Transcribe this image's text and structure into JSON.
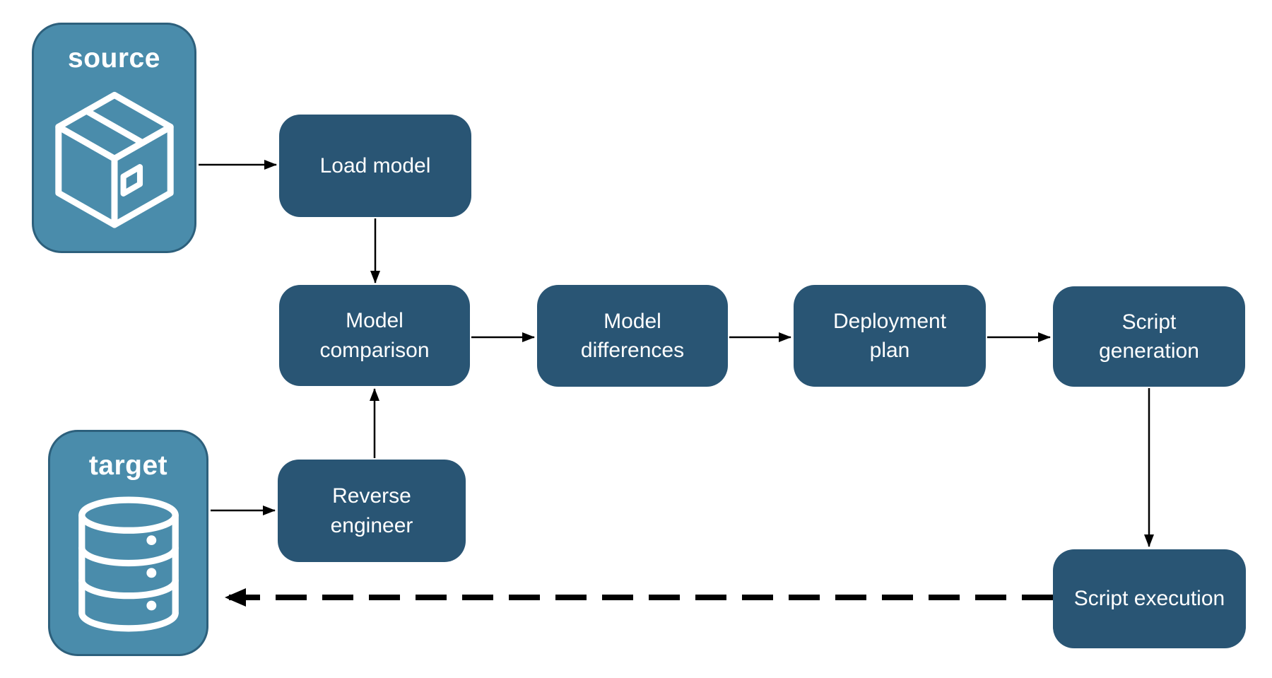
{
  "diagram": {
    "background": "#ffffff",
    "colors": {
      "process_node_fill": "#295574",
      "process_node_text": "#ffffff",
      "endpoint_fill": "#4a8cab",
      "endpoint_border": "#2d607c",
      "endpoint_text": "#ffffff",
      "arrow": "#000000"
    },
    "endpoints": [
      {
        "id": "source",
        "label": "source",
        "icon": "package-icon"
      },
      {
        "id": "target",
        "label": "target",
        "icon": "database-icon"
      }
    ],
    "nodes": [
      {
        "id": "load_model",
        "label": "Load model"
      },
      {
        "id": "model_comparison",
        "label": "Model comparison"
      },
      {
        "id": "model_differences",
        "label": "Model differences"
      },
      {
        "id": "deployment_plan",
        "label": "Deployment plan"
      },
      {
        "id": "script_generation",
        "label": "Script generation"
      },
      {
        "id": "reverse_engineer",
        "label": "Reverse engineer"
      },
      {
        "id": "script_execution",
        "label": "Script execution"
      }
    ],
    "connections": [
      {
        "from": "source",
        "to": "load_model",
        "style": "solid"
      },
      {
        "from": "load_model",
        "to": "model_comparison",
        "style": "solid"
      },
      {
        "from": "target",
        "to": "reverse_engineer",
        "style": "solid"
      },
      {
        "from": "reverse_engineer",
        "to": "model_comparison",
        "style": "solid"
      },
      {
        "from": "model_comparison",
        "to": "model_differences",
        "style": "solid"
      },
      {
        "from": "model_differences",
        "to": "deployment_plan",
        "style": "solid"
      },
      {
        "from": "deployment_plan",
        "to": "script_generation",
        "style": "solid"
      },
      {
        "from": "script_generation",
        "to": "script_execution",
        "style": "solid"
      },
      {
        "from": "script_execution",
        "to": "target",
        "style": "dashed"
      }
    ]
  }
}
